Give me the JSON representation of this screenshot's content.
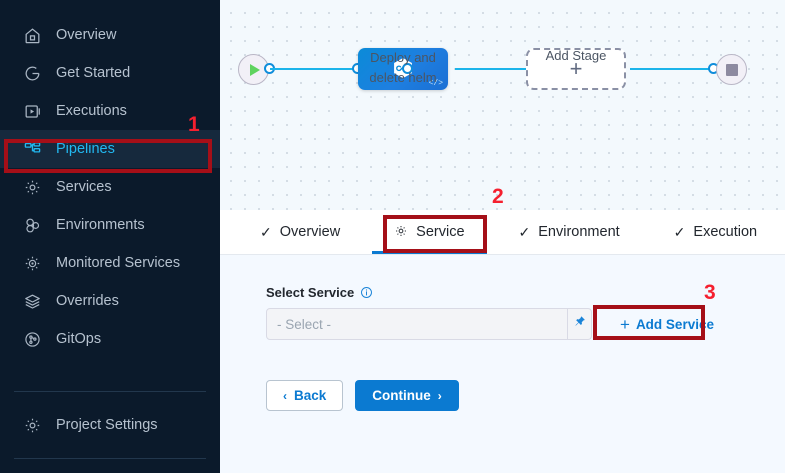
{
  "colors": {
    "sidebar_bg": "#0b1a2b",
    "sidebar_active_bg": "#16293d",
    "accent_blue": "#0b7ad1",
    "active_text": "#22b8f0",
    "annotation_border": "#a50f18",
    "annotation_number": "#f5202f",
    "canvas_bg": "#f3f9fd",
    "panel_bg": "#f4f9ff",
    "wire": "#1bb4ea",
    "start_play": "#5fd35f",
    "stop_square": "#8d8aa0"
  },
  "sidebar": {
    "items": [
      {
        "label": "Overview",
        "icon": "home-icon",
        "active": false
      },
      {
        "label": "Get Started",
        "icon": "get-started-icon",
        "active": false
      },
      {
        "label": "Executions",
        "icon": "executions-icon",
        "active": false
      },
      {
        "label": "Pipelines",
        "icon": "pipelines-icon",
        "active": true
      },
      {
        "label": "Services",
        "icon": "gear-icon",
        "active": false
      },
      {
        "label": "Environments",
        "icon": "environments-icon",
        "active": false
      },
      {
        "label": "Monitored Services",
        "icon": "monitored-services-icon",
        "active": false
      },
      {
        "label": "Overrides",
        "icon": "layers-icon",
        "active": false
      },
      {
        "label": "GitOps",
        "icon": "gitops-icon",
        "active": false
      }
    ],
    "bottom": {
      "label": "Project Settings",
      "icon": "gear-icon"
    }
  },
  "canvas": {
    "start_node": {
      "icon": "play-icon",
      "name": "pipeline-start"
    },
    "stage": {
      "label_line1": "Deploy and",
      "label_line2": "delete helm",
      "icon": "harness-hexagon-icon",
      "badge": "</>"
    },
    "add_stage": {
      "label": "Add Stage",
      "icon": "plus-icon"
    },
    "end_node": {
      "icon": "stop-icon",
      "name": "pipeline-end"
    }
  },
  "tabs": [
    {
      "label": "Overview",
      "icon": "check-icon",
      "active": false
    },
    {
      "label": "Service",
      "icon": "gear-icon",
      "active": true
    },
    {
      "label": "Environment",
      "icon": "check-icon",
      "active": false
    },
    {
      "label": "Execution",
      "icon": "check-icon",
      "active": false
    }
  ],
  "form": {
    "field_label": "Select Service",
    "info_icon": "info-icon",
    "select_placeholder": "- Select -",
    "pin_icon": "pin-icon",
    "add_service_label": "Add Service",
    "add_service_plus": "+",
    "back_label": "Back",
    "back_chevron": "‹",
    "continue_label": "Continue",
    "continue_chevron": "›"
  },
  "annotations": {
    "one": "1",
    "two": "2",
    "three": "3"
  }
}
